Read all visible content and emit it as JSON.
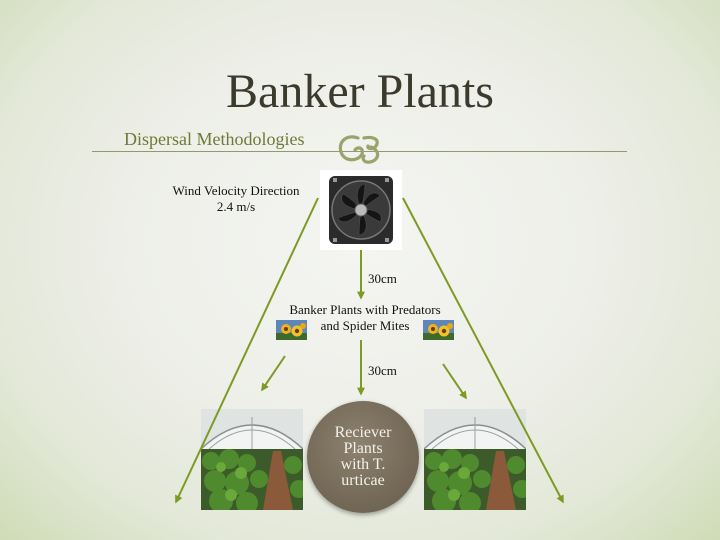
{
  "slide": {
    "title": "Banker Plants",
    "subtitle": "Dispersal Methodologies"
  },
  "diagram": {
    "wind_label": "Wind Velocity Direction\n2.4 m/s",
    "distance_1": "30cm",
    "banker_label": "Banker Plants with Predators\nand Spider Mites",
    "distance_2": "30cm",
    "receiver_label": "Reciever\nPlants\nwith T.\nurticae"
  },
  "colors": {
    "arrow": "#7c9a24",
    "title": "#3b3a2c",
    "subtitle": "#6e7a33",
    "receiver_fill": "#756a58"
  },
  "icons": {
    "header_flourish": "flourish-icon",
    "fan": "fan-icon",
    "flower": "flower-icon",
    "greenhouse": "greenhouse-icon"
  }
}
